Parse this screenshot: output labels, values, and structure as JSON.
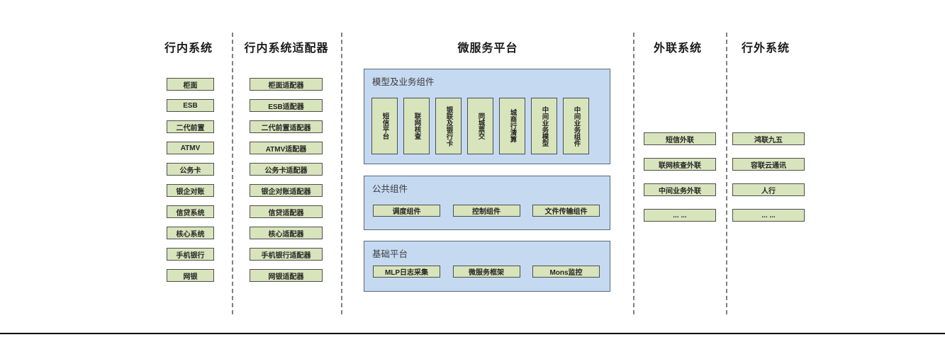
{
  "colors": {
    "box_fill": "#d8e4bc",
    "box_border": "#4d4d4d",
    "panel_fill": "#c5d9f1",
    "panel_border": "#56687a",
    "separator": "#7f7f7f",
    "bottom_line": "#000000"
  },
  "columns": {
    "internal": {
      "header": "行内系统",
      "items": [
        "柜面",
        "ESB",
        "二代前置",
        "ATMV",
        "公务卡",
        "银企对账",
        "信贷系统",
        "核心系统",
        "手机银行",
        "网银"
      ]
    },
    "adapters": {
      "header": "行内系统适配器",
      "items": [
        "柜面适配器",
        "ESB适配器",
        "二代前置适配器",
        "ATMV适配器",
        "公务卡适配器",
        "银企对账适配器",
        "信贷适配器",
        "核心适配器",
        "手机银行适配器",
        "网银适配器"
      ]
    },
    "platform": {
      "header": "微服务平台",
      "sections": [
        {
          "title": "模型及业务组件",
          "items": [
            "短信平台",
            "联网核查",
            "银联及银行卡",
            "同城票交",
            "城商行清算",
            "中间业务模型",
            "中间业务组件"
          ]
        },
        {
          "title": "公共组件",
          "items": [
            "调度组件",
            "控制组件",
            "文件传输组件"
          ]
        },
        {
          "title": "基础平台",
          "items": [
            "MLP日志采集",
            "微服务框架",
            "Mons监控"
          ]
        }
      ]
    },
    "external": {
      "header": "外联系统",
      "items": [
        "短信外联",
        "联网核查外联",
        "中间业务外联",
        "... ..."
      ]
    },
    "outside": {
      "header": "行外系统",
      "items": [
        "鸿联九五",
        "容联云通讯",
        "人行",
        "... ..."
      ]
    }
  }
}
